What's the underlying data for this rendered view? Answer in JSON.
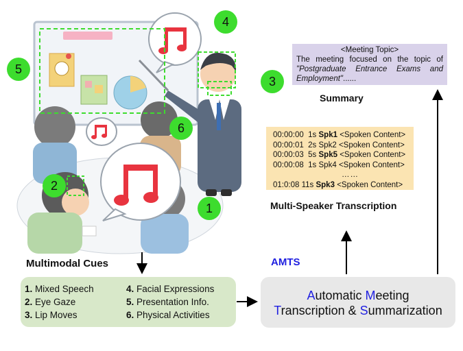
{
  "badges": [
    "1",
    "2",
    "3",
    "4",
    "5",
    "6"
  ],
  "summary": {
    "topic_header": "<Meeting Topic>",
    "topic_prefix": "The meeting focused on the topic of",
    "topic_italic": "\"Postgraduate Entrance Exams and Employment\"",
    "topic_suffix": "......",
    "heading": "Summary"
  },
  "transcription": {
    "heading": "Multi-Speaker Transcription",
    "rows": [
      {
        "time": "00:00:00",
        "dur": "1s",
        "spk": "Spk1",
        "spk_bold": true,
        "content": "<Spoken Content>"
      },
      {
        "time": "00:00:01",
        "dur": "2s",
        "spk": "Spk2",
        "spk_bold": false,
        "content": "<Spoken Content>"
      },
      {
        "time": "00:00:03",
        "dur": "5s",
        "spk": "Spk5",
        "spk_bold": true,
        "content": "<Spoken Content>"
      },
      {
        "time": "00:00:08",
        "dur": "1s",
        "spk": "Spk4",
        "spk_bold": false,
        "content": "<Spoken Content>"
      }
    ],
    "ellipsis": "……",
    "last_row": {
      "time": "01:0:08",
      "dur": "11s",
      "spk": "Spk3",
      "spk_bold": true,
      "content": "<Spoken Content>"
    }
  },
  "cues": {
    "heading": "Multimodal Cues",
    "items": [
      {
        "num": "1.",
        "label": "Mixed Speech"
      },
      {
        "num": "2.",
        "label": "Eye Gaze"
      },
      {
        "num": "3.",
        "label": "Lip Moves"
      },
      {
        "num": "4.",
        "label": "Facial Expressions"
      },
      {
        "num": "5.",
        "label": "Presentation Info."
      },
      {
        "num": "6.",
        "label": "Physical Activities"
      }
    ]
  },
  "amts": {
    "label": "AMTS",
    "line1": [
      {
        "cap": "A",
        "rest": "utomatic "
      },
      {
        "cap": "M",
        "rest": "eeting"
      }
    ],
    "line2": [
      {
        "cap": "T",
        "rest": "ranscription & "
      },
      {
        "cap": "S",
        "rest": "ummarization"
      }
    ]
  },
  "colors": {
    "badge": "#3ddc2e",
    "dashed_box": "#3ddc2e",
    "topic_bg": "#d9d2ea",
    "transcript_bg": "#fbe4b2",
    "cues_bg": "#d8e8c9",
    "amts_bg": "#e8e8e8",
    "amts_blue": "#1f1fe0",
    "music_note": "#e8343f"
  },
  "icons": [
    "music-note-icon",
    "pie-chart-icon",
    "presenter-figure",
    "attendee-figure"
  ]
}
